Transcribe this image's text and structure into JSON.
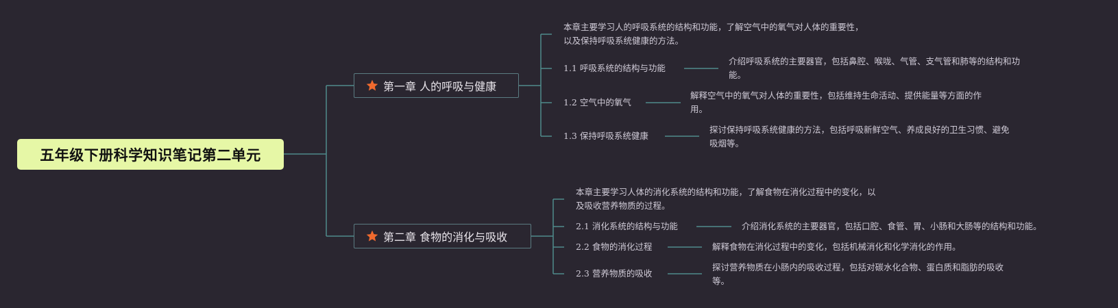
{
  "root": {
    "label": "五年级下册科学知识笔记第二单元"
  },
  "accent_color": "#e6f7a6",
  "line_color": "#4f8c8c",
  "star_color": "#f06a2e",
  "chapters": [
    {
      "label": "第一章 人的呼吸与健康",
      "intro": [
        "本章主要学习人的呼吸系统的结构和功能，了解空气中的氧气对人体的重要性，",
        "以及保持呼吸系统健康的方法。"
      ],
      "sections": [
        {
          "num": "1.1",
          "label": "呼吸系统的结构与功能",
          "desc": [
            "介绍呼吸系统的主要器官，包括鼻腔、喉咙、气管、支气管和肺等的结构和功",
            "能。"
          ]
        },
        {
          "num": "1.2",
          "label": "空气中的氧气",
          "desc": [
            "解释空气中的氧气对人体的重要性，包括维持生命活动、提供能量等方面的作",
            "用。"
          ]
        },
        {
          "num": "1.3",
          "label": "保持呼吸系统健康",
          "desc": [
            "探讨保持呼吸系统健康的方法，包括呼吸新鲜空气、养成良好的卫生习惯、避免",
            "吸烟等。"
          ]
        }
      ]
    },
    {
      "label": "第二章 食物的消化与吸收",
      "intro": [
        "本章主要学习人体的消化系统的结构和功能，了解食物在消化过程中的变化，以",
        "及吸收营养物质的过程。"
      ],
      "sections": [
        {
          "num": "2.1",
          "label": "消化系统的结构与功能",
          "desc": [
            "介绍消化系统的主要器官，包括口腔、食管、胃、小肠和大肠等的结构和功能。"
          ]
        },
        {
          "num": "2.2",
          "label": "食物的消化过程",
          "desc": [
            "解释食物在消化过程中的变化，包括机械消化和化学消化的作用。"
          ]
        },
        {
          "num": "2.3",
          "label": "营养物质的吸收",
          "desc": [
            "探讨营养物质在小肠内的吸收过程，包括对碳水化合物、蛋白质和脂肪的吸收",
            "等。"
          ]
        }
      ]
    }
  ]
}
